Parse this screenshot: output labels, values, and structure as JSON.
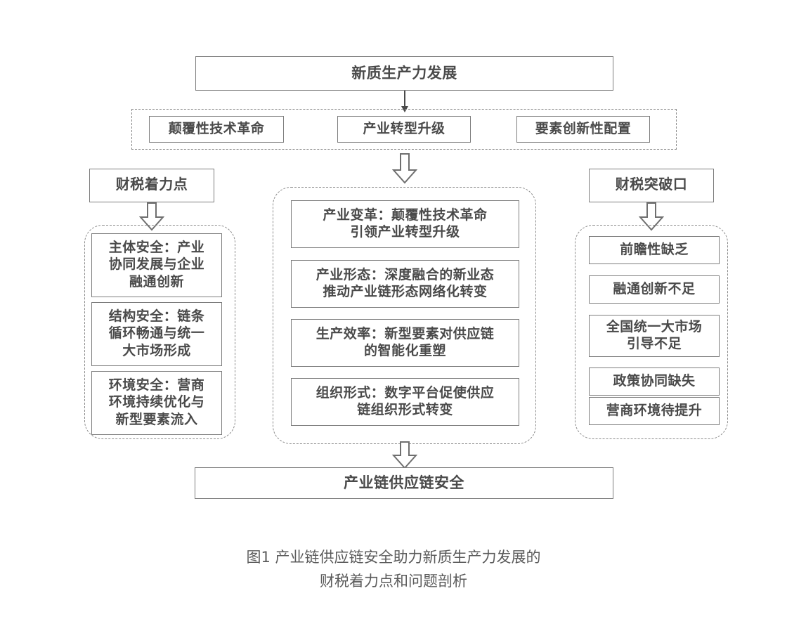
{
  "figure": {
    "top_node": {
      "label": "新质生产力发展"
    },
    "drivers_group": {
      "items": [
        {
          "label": "颠覆性技术革命"
        },
        {
          "label": "产业转型升级"
        },
        {
          "label": "要素创新性配置"
        }
      ]
    },
    "left_column": {
      "header": {
        "label": "财税着力点"
      },
      "items": [
        {
          "label": "主体安全：产业\n协同发展与企业\n融通创新"
        },
        {
          "label": "结构安全：链条\n循环畅通与统一\n大市场形成"
        },
        {
          "label": "环境安全：营商\n环境持续优化与\n新型要素流入"
        }
      ]
    },
    "center_column": {
      "items": [
        {
          "label": "产业变革：颠覆性技术革命\n引领产业转型升级"
        },
        {
          "label": "产业形态：深度融合的新业态\n推动产业链形态网络化转变"
        },
        {
          "label": "生产效率：新型要素对供应链\n的智能化重塑"
        },
        {
          "label": "组织形式：数字平台促使供应\n链组织形式转变"
        }
      ]
    },
    "right_column": {
      "header": {
        "label": "财税突破口"
      },
      "items": [
        {
          "label": "前瞻性缺乏"
        },
        {
          "label": "融通创新不足"
        },
        {
          "label": "全国统一大市场\n引导不足"
        },
        {
          "label": "政策协同缺失"
        },
        {
          "label": "营商环境待提升"
        }
      ]
    },
    "bottom_node": {
      "label": "产业链供应链安全"
    },
    "caption": {
      "text": "图1 产业链供应链安全助力新质生产力发展的\n财税着力点和问题剖析"
    },
    "colors": {
      "box_border": "#7d7d7d",
      "dashed_border": "#8a8a8a",
      "text": "#4a4a4a",
      "caption_text": "#5b5b5b",
      "arrow": "#4a4a4a",
      "background": "#ffffff"
    }
  }
}
